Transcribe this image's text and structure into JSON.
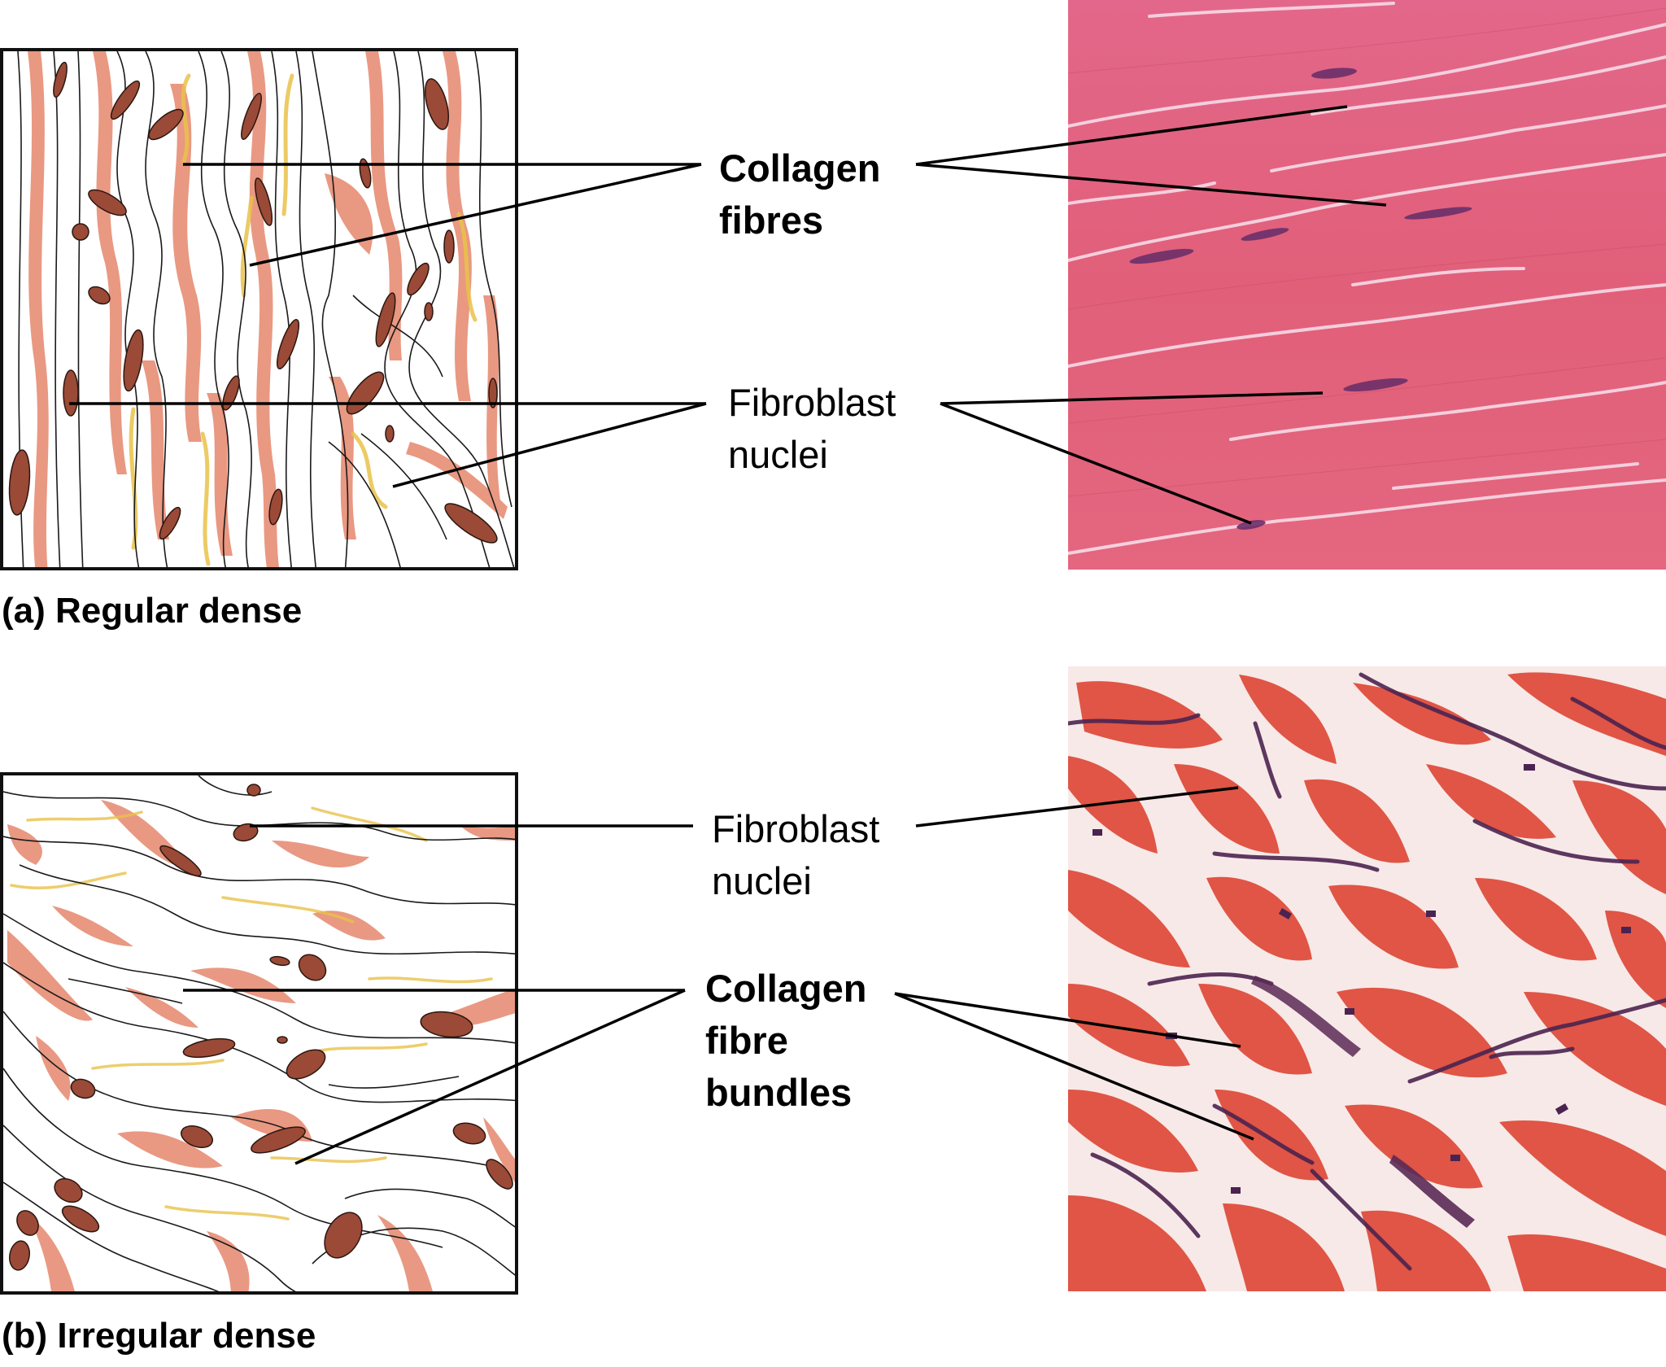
{
  "figure": {
    "panel_a": {
      "caption": "(a) Regular dense",
      "labels": {
        "collagen": [
          "Collagen",
          "fibres"
        ],
        "fibroblast": [
          "Fibroblast",
          "nuclei"
        ]
      }
    },
    "panel_b": {
      "caption": "(b) Irregular dense",
      "labels": {
        "fibroblast": [
          "Fibroblast",
          "nuclei"
        ],
        "collagen": [
          "Collagen",
          "fibre",
          "bundles"
        ]
      }
    }
  },
  "colors": {
    "fibre_pink": "#e8937c",
    "nucleus_brown": "#9a4a36",
    "yellow_fibre": "#e9c24a",
    "regular_micrograph": "#e0607e",
    "irregular_micrograph": "#e05545",
    "stain_purple": "#4b2350",
    "leader_line": "#000000"
  }
}
